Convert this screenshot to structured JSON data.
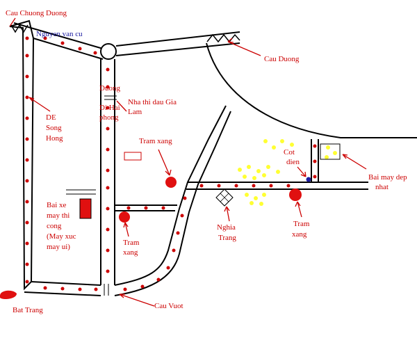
{
  "colors": {
    "road": "#000000",
    "marker": "#cc0000",
    "label": "#cc0000",
    "label_alt": "#1a1aa0",
    "construction": "#ffff33",
    "pole": "#1a1aa0"
  },
  "labels": {
    "cau_chuong_duong": "Cau Chuong Duong",
    "nguyen_van_cu": "Nguyen van cu",
    "cau_duong": "Cau Duong",
    "de_song_hong": [
      "DE",
      "Song",
      "Hong"
    ],
    "duong_oi_hai_phong": [
      "Duong",
      "Di Hai",
      "phong"
    ],
    "nha_thi_dau": [
      "Nha thi dau Gia",
      "Lam"
    ],
    "tram_xang_1": "Tram xang",
    "cot_dien": [
      "Cot",
      "dien"
    ],
    "bai_may_dep": [
      "Bai may dep",
      "nhat"
    ],
    "bai_xe": [
      "Bai xe",
      "may thi",
      "cong",
      "(May xuc",
      "may ui)"
    ],
    "tram_xang_2": [
      "Tram",
      "xang"
    ],
    "nghia_trang": [
      "Nghia",
      "Trang"
    ],
    "tram_xang_3": [
      "Tram",
      "xang"
    ],
    "bat_trang": "Bat Trang",
    "cau_vuot": "Cau Vuot"
  },
  "icons": {
    "fuel_station": "red-circle",
    "construction_site": "yellow-dots",
    "cemetery": "diamond-grid",
    "power_pole": "blue-dot"
  }
}
